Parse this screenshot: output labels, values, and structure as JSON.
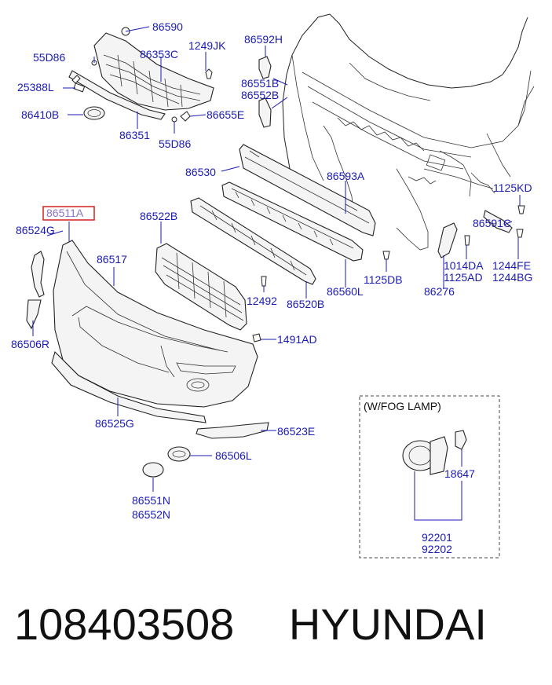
{
  "labels": {
    "p86590": "86590",
    "p55D86_top": "55D86",
    "p86353C": "86353C",
    "p1249JK": "1249JK",
    "p86592H": "86592H",
    "p25388L": "25388L",
    "p86551B": "86551B",
    "p86552B": "86552B",
    "p86410B": "86410B",
    "p86655E": "86655E",
    "p86351": "86351",
    "p55D86_bot": "55D86",
    "p86530": "86530",
    "p86593A": "86593A",
    "p1125KD": "1125KD",
    "p86511A": "86511A",
    "p86522B": "86522B",
    "p86524G": "86524G",
    "p86517": "86517",
    "p86591C": "86591C",
    "p1014DA": "1014DA",
    "p1125AD": "1125AD",
    "p1244FE": "1244FE",
    "p1244BG": "1244BG",
    "p1125DB": "1125DB",
    "p86276": "86276",
    "p12492": "12492",
    "p86520B": "86520B",
    "p86560L": "86560L",
    "p86506R": "86506R",
    "p1491AD": "1491AD",
    "p86525G": "86525G",
    "p86523E": "86523E",
    "p86506L": "86506L",
    "p86551N": "86551N",
    "p86552N": "86552N",
    "fog_title": "(W/FOG LAMP)",
    "p18647": "18647",
    "p92201": "92201",
    "p92202": "92202"
  },
  "highlight": {
    "part": "86511A",
    "color": "#d42020"
  },
  "colors": {
    "label_text": "#1a1ab4",
    "highlight_text": "#8c72c8"
  },
  "footer": {
    "number": "108403508",
    "brand": "HYUNDAI"
  }
}
